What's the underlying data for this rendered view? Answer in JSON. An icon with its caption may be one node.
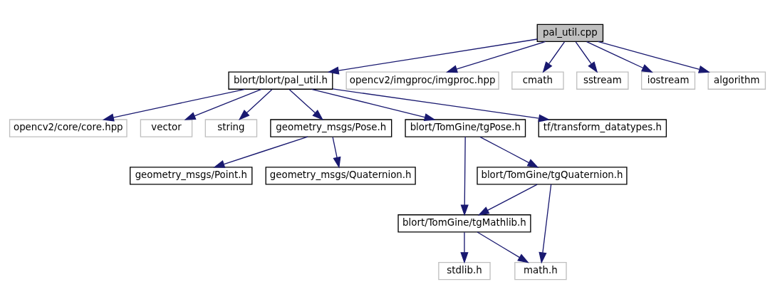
{
  "diagram": {
    "nodes": [
      {
        "text": [
          "pal_util.cpp"
        ]
      },
      {
        "text": [
          "blort/blort/pal_util.h"
        ]
      },
      {
        "text": [
          "opencv2/imgproc/imgproc.hpp"
        ]
      },
      {
        "text": [
          "cmath"
        ]
      },
      {
        "text": [
          "sstream"
        ]
      },
      {
        "text": [
          "iostream"
        ]
      },
      {
        "text": [
          "algorithm"
        ]
      },
      {
        "text": [
          "opencv2/core/core.hpp"
        ]
      },
      {
        "text": [
          "vector"
        ]
      },
      {
        "text": [
          "string"
        ]
      },
      {
        "text": [
          "geometry_msgs/Pose.h"
        ]
      },
      {
        "text": [
          "blort/TomGine/tgPose.h"
        ]
      },
      {
        "text": [
          "tf/transform_datatypes.h"
        ]
      },
      {
        "text": [
          "geometry_msgs/Point.h"
        ]
      },
      {
        "text": [
          "geometry_msgs/Quaternion.h"
        ]
      },
      {
        "text": [
          "blort/TomGine/tgQuaternion.h"
        ]
      },
      {
        "text": [
          "blort/TomGine/tgMathlib.h"
        ]
      },
      {
        "text": [
          "stdlib.h"
        ]
      },
      {
        "text": [
          "math.h"
        ]
      }
    ],
    "edges": [
      {
        "from": 0,
        "to": 1,
        "arrow": "to"
      },
      {
        "from": 0,
        "to": 2,
        "arrow": "to"
      },
      {
        "from": 0,
        "to": 3,
        "arrow": "to"
      },
      {
        "from": 0,
        "to": 4,
        "arrow": "to"
      },
      {
        "from": 0,
        "to": 5,
        "arrow": "to"
      },
      {
        "from": 0,
        "to": 6,
        "arrow": "to"
      },
      {
        "from": 1,
        "to": 7,
        "arrow": "to"
      },
      {
        "from": 1,
        "to": 8,
        "arrow": "to"
      },
      {
        "from": 1,
        "to": 9,
        "arrow": "to"
      },
      {
        "from": 1,
        "to": 10,
        "arrow": "to"
      },
      {
        "from": 1,
        "to": 11,
        "arrow": "to"
      },
      {
        "from": 1,
        "to": 12,
        "arrow": "to"
      },
      {
        "from": 10,
        "to": 13,
        "arrow": "to"
      },
      {
        "from": 10,
        "to": 14,
        "arrow": "to"
      },
      {
        "from": 11,
        "to": 16,
        "arrow": "to"
      },
      {
        "from": 11,
        "to": 15,
        "arrow": "to"
      },
      {
        "from": 15,
        "to": 16,
        "arrow": "to"
      },
      {
        "from": 15,
        "to": 18,
        "arrow": "to"
      },
      {
        "from": 16,
        "to": 17,
        "arrow": "to"
      },
      {
        "from": 16,
        "to": 18,
        "arrow": "to"
      }
    ]
  }
}
